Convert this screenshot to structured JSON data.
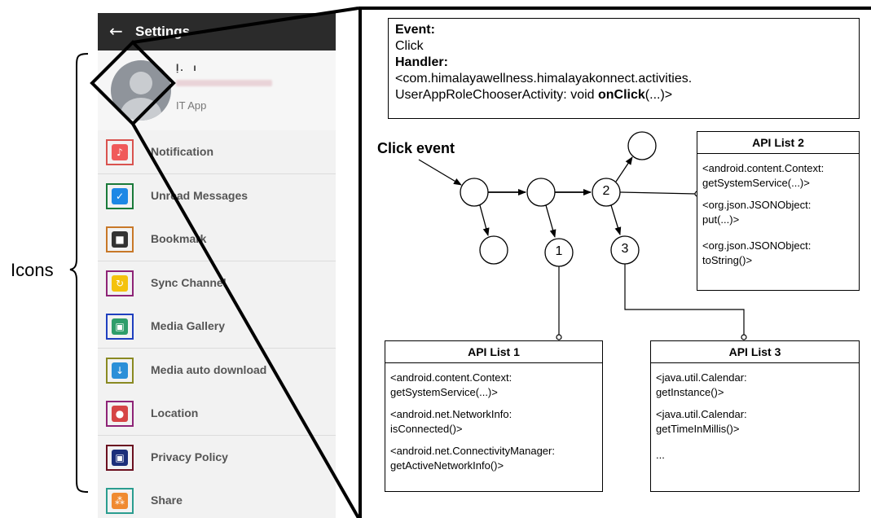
{
  "phone": {
    "toolbar_title": "Settings",
    "back_icon": "back-arrow-icon",
    "profile": {
      "name": "Ị.  ı",
      "app": "IT App"
    },
    "items": [
      {
        "label": "Notification",
        "icon": "bell-icon",
        "border": "#d9534f",
        "fill": "#f05a5a",
        "glyph": "♪"
      },
      {
        "label": "Unread Messages",
        "icon": "check-icon",
        "border": "#1a7a3a",
        "fill": "#1e88e5",
        "glyph": "✓"
      },
      {
        "label": "Bookmark",
        "icon": "bookmark-icon",
        "border": "#c87828",
        "fill": "#333333",
        "glyph": "■"
      },
      {
        "label": "Sync Channel",
        "icon": "sync-icon",
        "border": "#8e2477",
        "fill": "#f4c20d",
        "glyph": "↻"
      },
      {
        "label": "Media Gallery",
        "icon": "gallery-icon",
        "border": "#1f3fbf",
        "fill": "#2e9d6a",
        "glyph": "▣"
      },
      {
        "label": "Media auto download",
        "icon": "download-icon",
        "border": "#8a8a22",
        "fill": "#2b8fd8",
        "glyph": "↓"
      },
      {
        "label": "Location",
        "icon": "location-pin-icon",
        "border": "#8e2477",
        "fill": "#d64545",
        "glyph": "●"
      },
      {
        "label": "Privacy Policy",
        "icon": "lock-icon",
        "border": "#6b1020",
        "fill": "#1c2f7a",
        "glyph": "▣"
      },
      {
        "label": "Share",
        "icon": "share-icon",
        "border": "#2a9d8f",
        "fill": "#f08a30",
        "glyph": "⁂"
      }
    ]
  },
  "brace_label": "Icons",
  "event_box": {
    "event_heading": "Event:",
    "event_value": "Click",
    "handler_heading": "Handler:",
    "handler_line1": "<com.himalayawellness.himalayakonnect.activities.",
    "handler_line2_prefix": "UserAppRoleChooserActivity: void ",
    "handler_line2_bold": "onClick",
    "handler_line2_suffix": "(...)>"
  },
  "graph": {
    "click_event_label": "Click event",
    "node_labels": {
      "n1": "1",
      "n2": "2",
      "n3": "3"
    }
  },
  "api_lists": {
    "list1": {
      "title": "API List 1",
      "entries": [
        {
          "l1": "<android.content.Context:",
          "l2": "getSystemService(...)>"
        },
        {
          "l1": "<android.net.NetworkInfo:",
          "l2": "isConnected()>"
        },
        {
          "l1": "<android.net.ConnectivityManager:",
          "l2": "getActiveNetworkInfo()>"
        }
      ]
    },
    "list2": {
      "title": "API List 2",
      "entries": [
        {
          "l1": "<android.content.Context:",
          "l2": "getSystemService(...)>"
        },
        {
          "l1": "<org.json.JSONObject:",
          "l2": "put(...)>"
        },
        {
          "l1": "<org.json.JSONObject:",
          "l2": "toString()>"
        }
      ]
    },
    "list3": {
      "title": "API List 3",
      "entries": [
        {
          "l1": "<java.util.Calendar:",
          "l2": "getInstance()>"
        },
        {
          "l1": "<java.util.Calendar:",
          "l2": "getTimeInMillis()>"
        },
        {
          "l1": "...",
          "l2": ""
        }
      ]
    }
  }
}
